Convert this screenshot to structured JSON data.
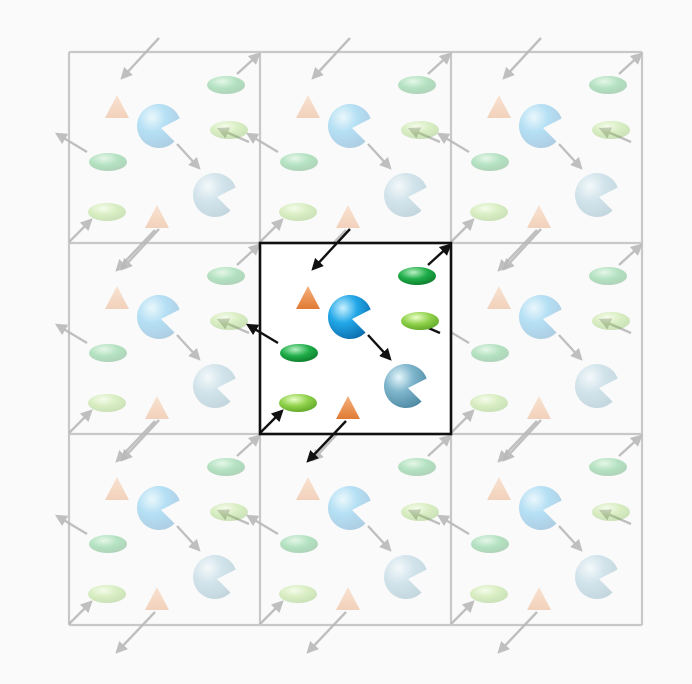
{
  "diagram": {
    "description_text": "",
    "colors": {
      "background": "#fafafa",
      "grid_line": "#c8c8c8",
      "center_border": "#111111",
      "arrow_faded": "#b9b9b9",
      "arrow_center": "#111111",
      "blue_molecule": "#23a8e8",
      "blue_molecule_dark": "#7fb6cc",
      "green_dark": "#1fae49",
      "green_light": "#8fd14a",
      "orange_triangle": "#ef8f4c"
    },
    "grid": {
      "rows": 3,
      "cols": 3,
      "center_cell": [
        1,
        1
      ]
    },
    "shapes": [
      "blue-pacman-molecule",
      "dark-blue-pacman-molecule",
      "dark-green-ellipse",
      "light-green-ellipse",
      "orange-triangle"
    ]
  }
}
